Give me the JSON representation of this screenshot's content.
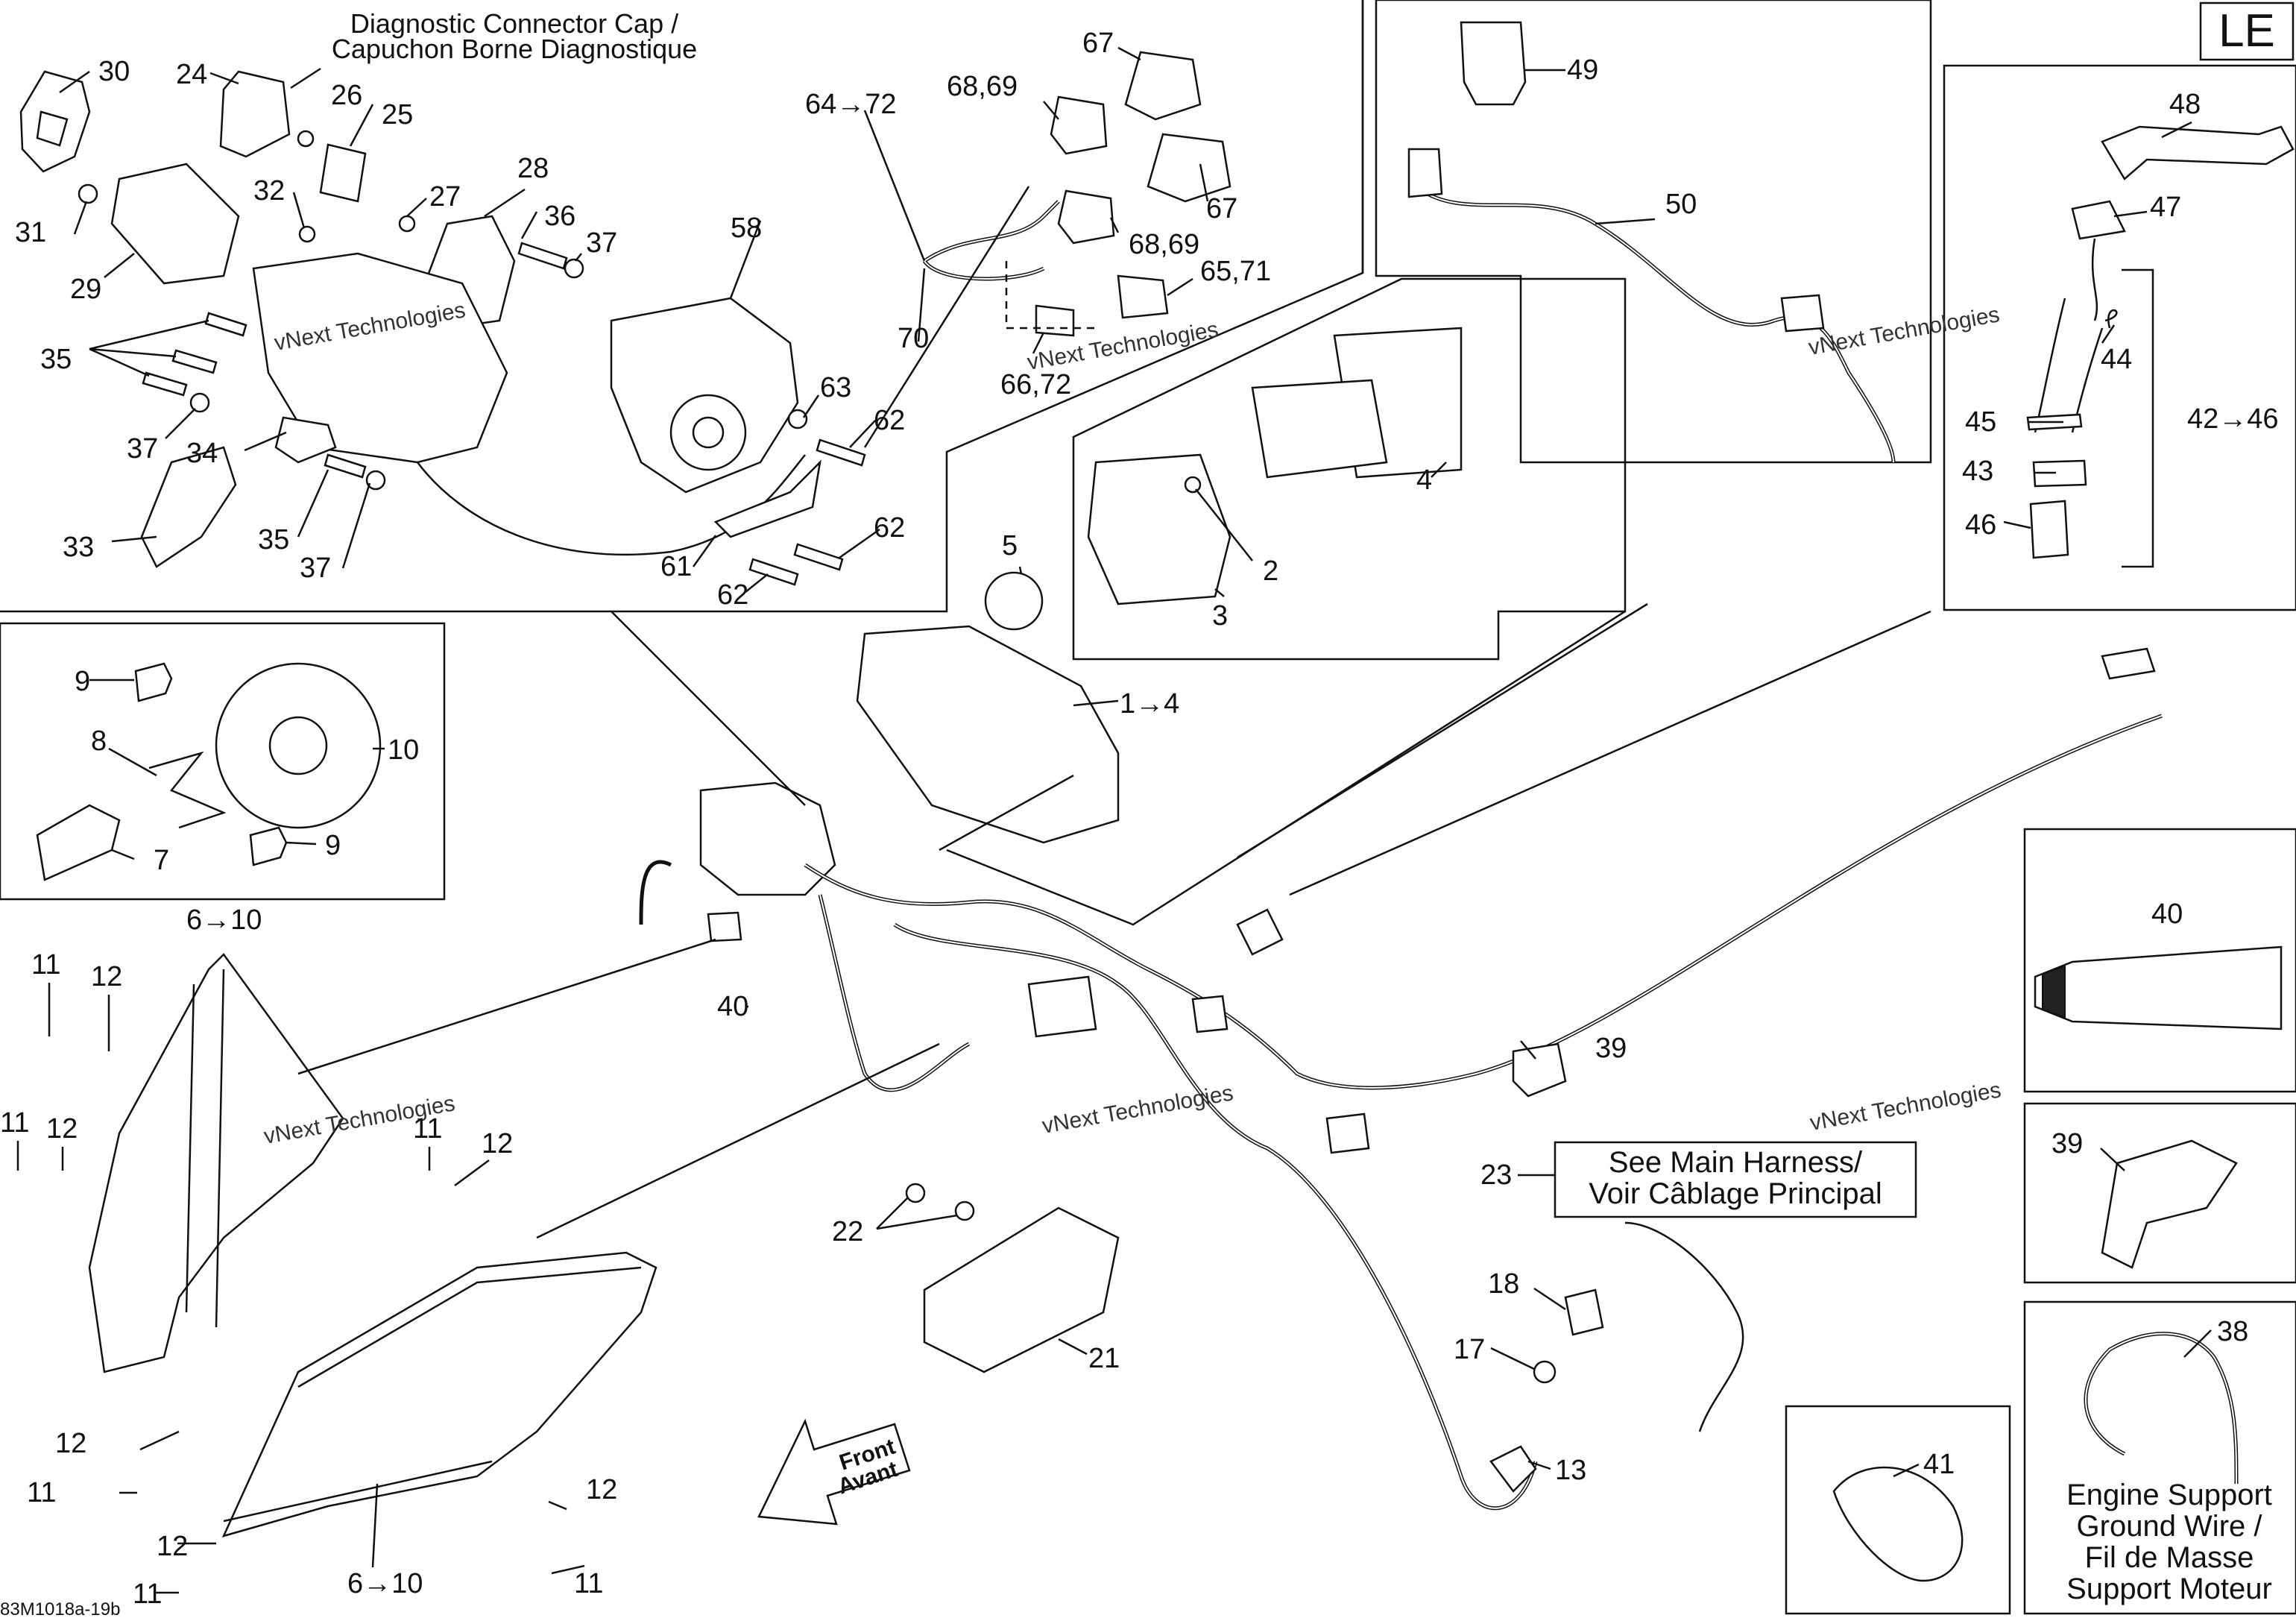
{
  "page": {
    "badge": "LE",
    "drawing_code": "83M1018a-19b"
  },
  "captions": {
    "diag_cap_1": "Diagnostic Connector Cap /",
    "diag_cap_2": "Capuchon Borne Diagnostique",
    "main_harness_1": "See Main Harness/",
    "main_harness_2": "Voir Câblage Principal",
    "ground_1": "Engine Support",
    "ground_2": "Ground Wire /",
    "ground_3": "Fil de Masse",
    "ground_4": "Support Moteur",
    "front_1": "Front",
    "front_2": "Avant"
  },
  "watermark": {
    "brand": "vNext Technologies",
    "line1": "vNext",
    "line2": "Technologies"
  },
  "labels": {
    "l30": "30",
    "l24": "24",
    "l26": "26",
    "l25": "25",
    "l31": "31",
    "l32": "32",
    "l29": "29",
    "l27": "27",
    "l28": "28",
    "l36": "36",
    "l37a": "37",
    "l35a": "35",
    "l37b": "37",
    "l34": "34",
    "l33": "33",
    "l35b": "35",
    "l37c": "37",
    "l58": "58",
    "l63": "63",
    "l62a": "62",
    "l62b": "62",
    "l61": "61",
    "l62c": "62",
    "l64_72": "64→72",
    "l68_69a": "68,69",
    "l67a": "67",
    "l67b": "67",
    "l68_69b": "68,69",
    "l65_71": "65,71",
    "l70": "70",
    "l66_72": "66,72",
    "l49": "49",
    "l50": "50",
    "l48": "48",
    "l47": "47",
    "l44": "44",
    "l42_46": "42→46",
    "l45": "45",
    "l43": "43",
    "l46": "46",
    "l4": "4",
    "l2": "2",
    "l3": "3",
    "l5": "5",
    "l1_4": "1→4",
    "l9a": "9",
    "l8": "8",
    "l10": "10",
    "l7": "7",
    "l9b": "9",
    "l6_10a": "6→10",
    "l11a": "11",
    "l12a": "12",
    "l11b": "11",
    "l12b": "12",
    "l11c": "11",
    "l12c": "12",
    "l40a": "40",
    "l40b": "40",
    "l39a": "39",
    "l39b": "39",
    "l23": "23",
    "l22": "22",
    "l21": "21",
    "l18": "18",
    "l17": "17",
    "l13": "13",
    "l41": "41",
    "l38": "38",
    "l12d": "12",
    "l11d": "11",
    "l12e": "12",
    "l12f": "12",
    "l11e": "11",
    "l11f": "11",
    "l6_10b": "6→10"
  }
}
